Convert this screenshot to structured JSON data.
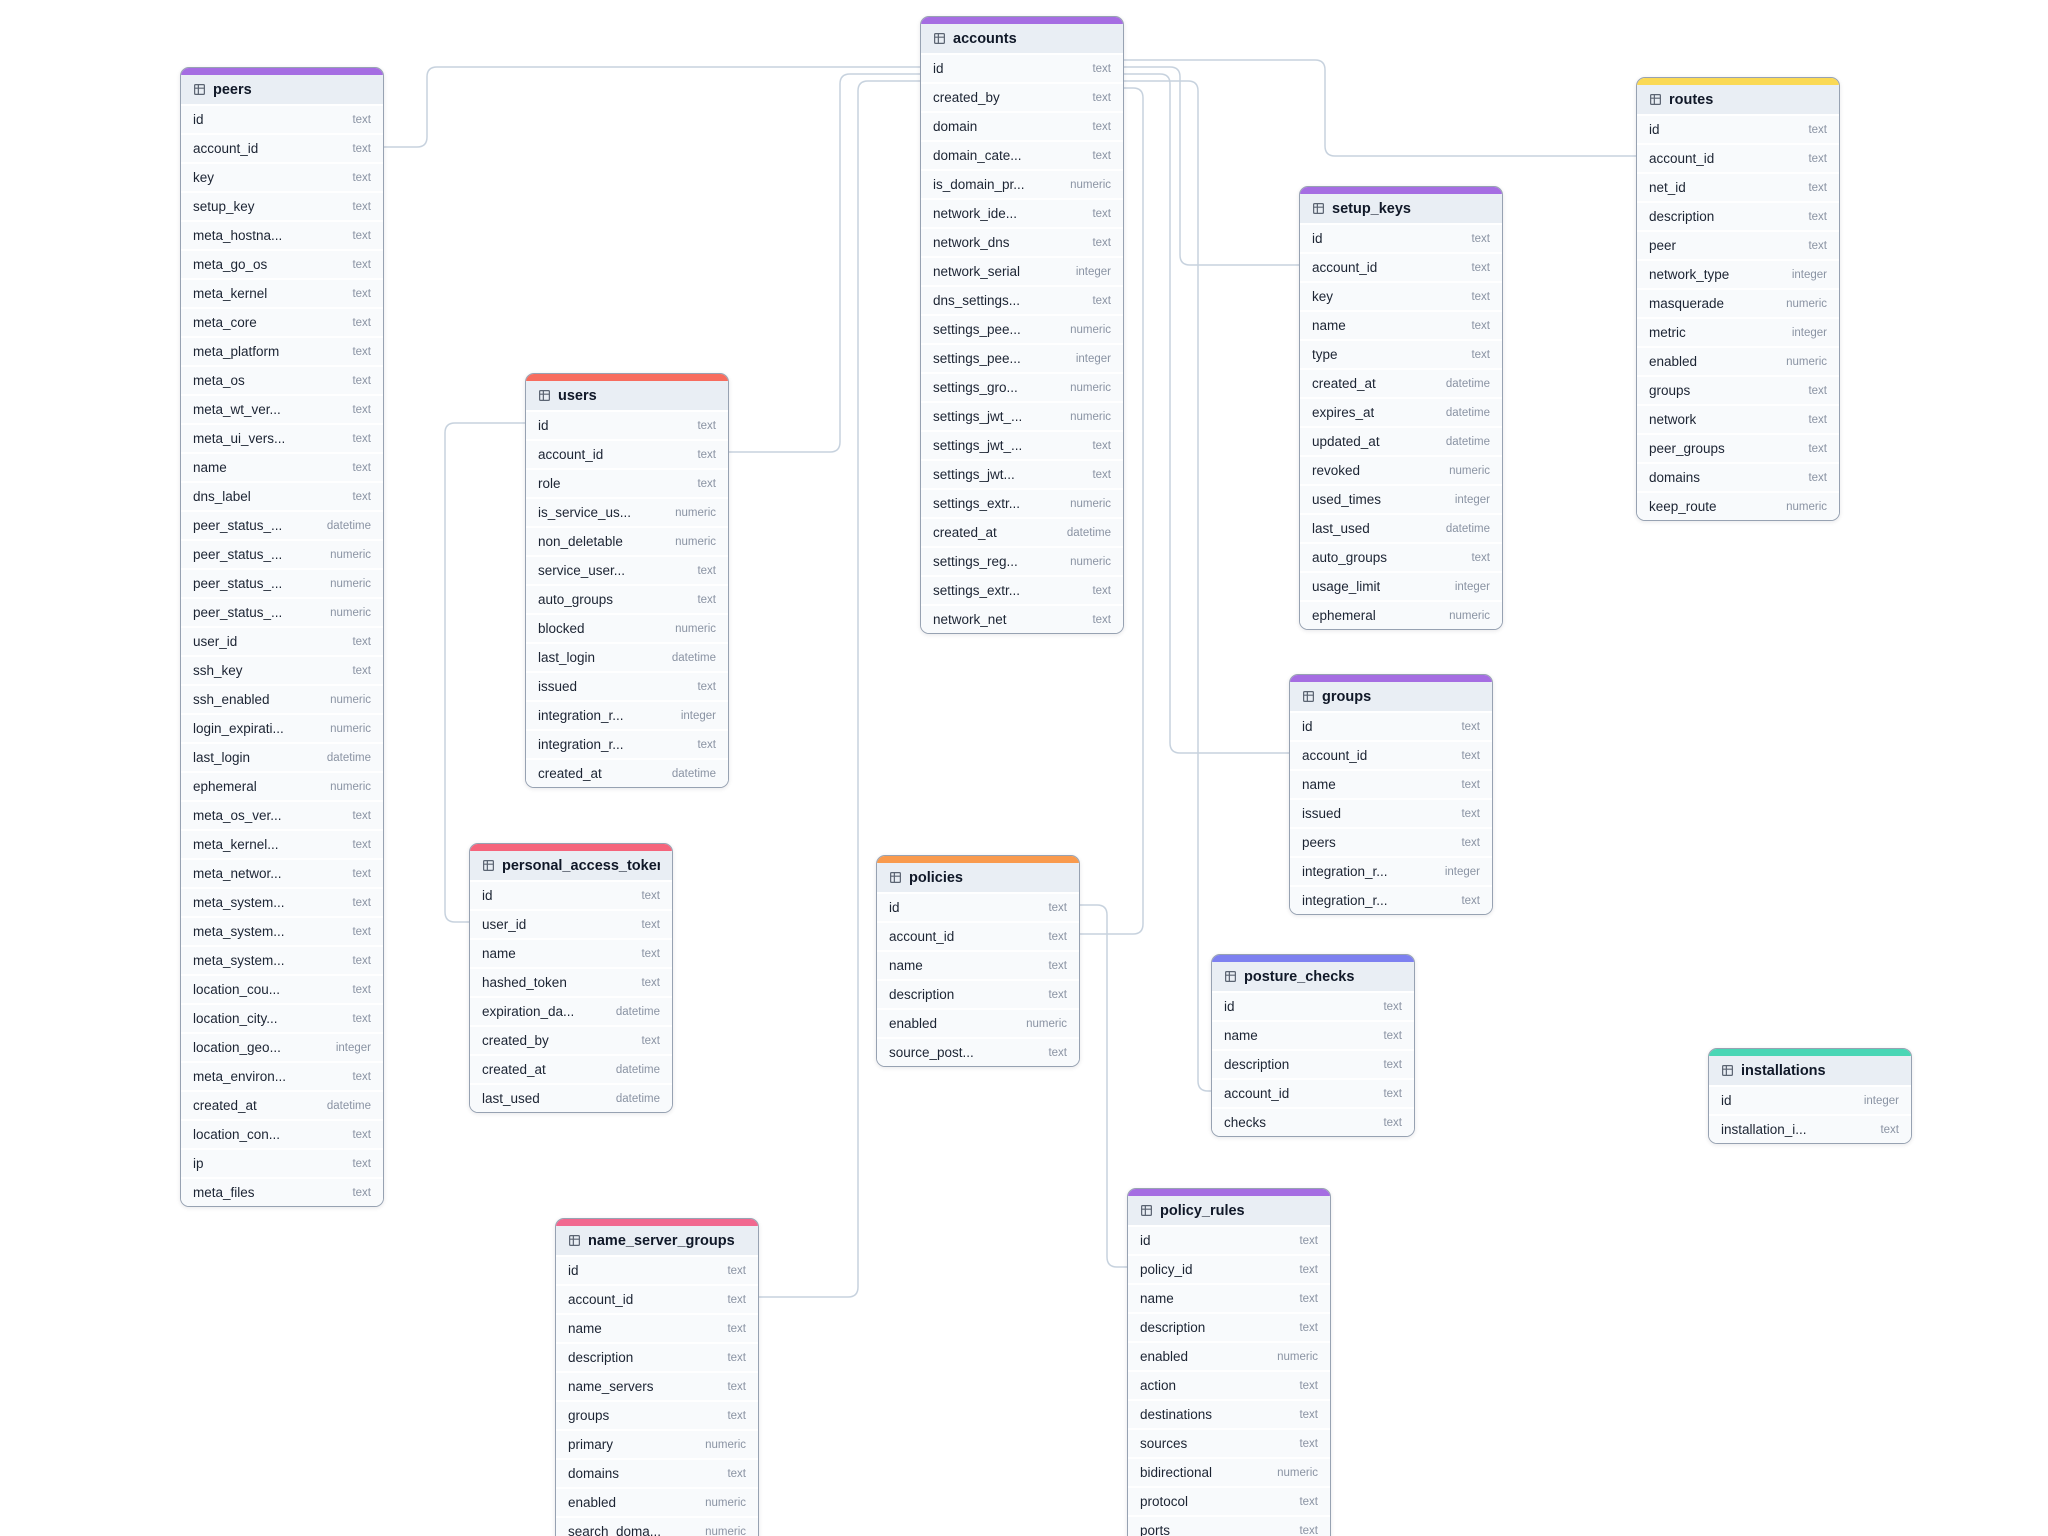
{
  "diagram": {
    "background_color": "#ffffff",
    "connector_color": "#c7d2de",
    "header_colors": {
      "purple": "#a56de2",
      "indigo": "#7d80f0",
      "red": "#f76c5e",
      "rose": "#f5647b",
      "pink": "#f1688f",
      "orange": "#f99a4d",
      "yellow": "#fad955",
      "teal": "#49d6b5"
    }
  },
  "tables": [
    {
      "name": "peers",
      "accent": "#a56de2",
      "icon": "table-grid-icon",
      "fields": [
        [
          "id",
          "text"
        ],
        [
          "account_id",
          "text"
        ],
        [
          "key",
          "text"
        ],
        [
          "setup_key",
          "text"
        ],
        [
          "meta_hostna...",
          "text"
        ],
        [
          "meta_go_os",
          "text"
        ],
        [
          "meta_kernel",
          "text"
        ],
        [
          "meta_core",
          "text"
        ],
        [
          "meta_platform",
          "text"
        ],
        [
          "meta_os",
          "text"
        ],
        [
          "meta_wt_ver...",
          "text"
        ],
        [
          "meta_ui_vers...",
          "text"
        ],
        [
          "name",
          "text"
        ],
        [
          "dns_label",
          "text"
        ],
        [
          "peer_status_...",
          "datetime"
        ],
        [
          "peer_status_...",
          "numeric"
        ],
        [
          "peer_status_...",
          "numeric"
        ],
        [
          "peer_status_...",
          "numeric"
        ],
        [
          "user_id",
          "text"
        ],
        [
          "ssh_key",
          "text"
        ],
        [
          "ssh_enabled",
          "numeric"
        ],
        [
          "login_expirati...",
          "numeric"
        ],
        [
          "last_login",
          "datetime"
        ],
        [
          "ephemeral",
          "numeric"
        ],
        [
          "meta_os_ver...",
          "text"
        ],
        [
          "meta_kernel...",
          "text"
        ],
        [
          "meta_networ...",
          "text"
        ],
        [
          "meta_system...",
          "text"
        ],
        [
          "meta_system...",
          "text"
        ],
        [
          "meta_system...",
          "text"
        ],
        [
          "location_cou...",
          "text"
        ],
        [
          "location_city...",
          "text"
        ],
        [
          "location_geo...",
          "integer"
        ],
        [
          "meta_environ...",
          "text"
        ],
        [
          "created_at",
          "datetime"
        ],
        [
          "location_con...",
          "text"
        ],
        [
          "ip",
          "text"
        ],
        [
          "meta_files",
          "text"
        ]
      ]
    },
    {
      "name": "users",
      "accent": "#f76c5e",
      "icon": "table-grid-icon",
      "fields": [
        [
          "id",
          "text"
        ],
        [
          "account_id",
          "text"
        ],
        [
          "role",
          "text"
        ],
        [
          "is_service_us...",
          "numeric"
        ],
        [
          "non_deletable",
          "numeric"
        ],
        [
          "service_user...",
          "text"
        ],
        [
          "auto_groups",
          "text"
        ],
        [
          "blocked",
          "numeric"
        ],
        [
          "last_login",
          "datetime"
        ],
        [
          "issued",
          "text"
        ],
        [
          "integration_r...",
          "integer"
        ],
        [
          "integration_r...",
          "text"
        ],
        [
          "created_at",
          "datetime"
        ]
      ]
    },
    {
      "name": "accounts",
      "accent": "#a56de2",
      "icon": "table-grid-icon",
      "fields": [
        [
          "id",
          "text"
        ],
        [
          "created_by",
          "text"
        ],
        [
          "domain",
          "text"
        ],
        [
          "domain_cate...",
          "text"
        ],
        [
          "is_domain_pr...",
          "numeric"
        ],
        [
          "network_ide...",
          "text"
        ],
        [
          "network_dns",
          "text"
        ],
        [
          "network_serial",
          "integer"
        ],
        [
          "dns_settings...",
          "text"
        ],
        [
          "settings_pee...",
          "numeric"
        ],
        [
          "settings_pee...",
          "integer"
        ],
        [
          "settings_gro...",
          "numeric"
        ],
        [
          "settings_jwt_...",
          "numeric"
        ],
        [
          "settings_jwt_...",
          "text"
        ],
        [
          "settings_jwt...",
          "text"
        ],
        [
          "settings_extr...",
          "numeric"
        ],
        [
          "created_at",
          "datetime"
        ],
        [
          "settings_reg...",
          "numeric"
        ],
        [
          "settings_extr...",
          "text"
        ],
        [
          "network_net",
          "text"
        ]
      ]
    },
    {
      "name": "personal_access_tokens",
      "accent": "#f5647b",
      "icon": "table-grid-icon",
      "fields": [
        [
          "id",
          "text"
        ],
        [
          "user_id",
          "text"
        ],
        [
          "name",
          "text"
        ],
        [
          "hashed_token",
          "text"
        ],
        [
          "expiration_da...",
          "datetime"
        ],
        [
          "created_by",
          "text"
        ],
        [
          "created_at",
          "datetime"
        ],
        [
          "last_used",
          "datetime"
        ]
      ]
    },
    {
      "name": "name_server_groups",
      "accent": "#f1688f",
      "icon": "table-grid-icon",
      "fields": [
        [
          "id",
          "text"
        ],
        [
          "account_id",
          "text"
        ],
        [
          "name",
          "text"
        ],
        [
          "description",
          "text"
        ],
        [
          "name_servers",
          "text"
        ],
        [
          "groups",
          "text"
        ],
        [
          "primary",
          "numeric"
        ],
        [
          "domains",
          "text"
        ],
        [
          "enabled",
          "numeric"
        ],
        [
          "search_doma...",
          "numeric"
        ]
      ]
    },
    {
      "name": "policies",
      "accent": "#f99a4d",
      "icon": "table-grid-icon",
      "fields": [
        [
          "id",
          "text"
        ],
        [
          "account_id",
          "text"
        ],
        [
          "name",
          "text"
        ],
        [
          "description",
          "text"
        ],
        [
          "enabled",
          "numeric"
        ],
        [
          "source_post...",
          "text"
        ]
      ]
    },
    {
      "name": "setup_keys",
      "accent": "#a56de2",
      "icon": "table-grid-icon",
      "fields": [
        [
          "id",
          "text"
        ],
        [
          "account_id",
          "text"
        ],
        [
          "key",
          "text"
        ],
        [
          "name",
          "text"
        ],
        [
          "type",
          "text"
        ],
        [
          "created_at",
          "datetime"
        ],
        [
          "expires_at",
          "datetime"
        ],
        [
          "updated_at",
          "datetime"
        ],
        [
          "revoked",
          "numeric"
        ],
        [
          "used_times",
          "integer"
        ],
        [
          "last_used",
          "datetime"
        ],
        [
          "auto_groups",
          "text"
        ],
        [
          "usage_limit",
          "integer"
        ],
        [
          "ephemeral",
          "numeric"
        ]
      ]
    },
    {
      "name": "groups",
      "accent": "#a56de2",
      "icon": "table-grid-icon",
      "fields": [
        [
          "id",
          "text"
        ],
        [
          "account_id",
          "text"
        ],
        [
          "name",
          "text"
        ],
        [
          "issued",
          "text"
        ],
        [
          "peers",
          "text"
        ],
        [
          "integration_r...",
          "integer"
        ],
        [
          "integration_r...",
          "text"
        ]
      ]
    },
    {
      "name": "posture_checks",
      "accent": "#7d80f0",
      "icon": "table-grid-icon",
      "fields": [
        [
          "id",
          "text"
        ],
        [
          "name",
          "text"
        ],
        [
          "description",
          "text"
        ],
        [
          "account_id",
          "text"
        ],
        [
          "checks",
          "text"
        ]
      ]
    },
    {
      "name": "policy_rules",
      "accent": "#a56de2",
      "icon": "table-grid-icon",
      "fields": [
        [
          "id",
          "text"
        ],
        [
          "policy_id",
          "text"
        ],
        [
          "name",
          "text"
        ],
        [
          "description",
          "text"
        ],
        [
          "enabled",
          "numeric"
        ],
        [
          "action",
          "text"
        ],
        [
          "destinations",
          "text"
        ],
        [
          "sources",
          "text"
        ],
        [
          "bidirectional",
          "numeric"
        ],
        [
          "protocol",
          "text"
        ],
        [
          "ports",
          "text"
        ]
      ]
    },
    {
      "name": "routes",
      "accent": "#fad955",
      "icon": "table-grid-icon",
      "fields": [
        [
          "id",
          "text"
        ],
        [
          "account_id",
          "text"
        ],
        [
          "net_id",
          "text"
        ],
        [
          "description",
          "text"
        ],
        [
          "peer",
          "text"
        ],
        [
          "network_type",
          "integer"
        ],
        [
          "masquerade",
          "numeric"
        ],
        [
          "metric",
          "integer"
        ],
        [
          "enabled",
          "numeric"
        ],
        [
          "groups",
          "text"
        ],
        [
          "network",
          "text"
        ],
        [
          "peer_groups",
          "text"
        ],
        [
          "domains",
          "text"
        ],
        [
          "keep_route",
          "numeric"
        ]
      ]
    },
    {
      "name": "installations",
      "accent": "#49d6b5",
      "icon": "table-grid-icon",
      "fields": [
        [
          "id",
          "integer"
        ],
        [
          "installation_i...",
          "text"
        ]
      ]
    }
  ],
  "relationships": [
    {
      "from_table": "peers",
      "from_field": "account_id",
      "to_table": "accounts",
      "to_field": "id"
    },
    {
      "from_table": "users",
      "from_field": "account_id",
      "to_table": "accounts",
      "to_field": "id"
    },
    {
      "from_table": "name_server_groups",
      "from_field": "account_id",
      "to_table": "accounts",
      "to_field": "id"
    },
    {
      "from_table": "personal_access_tokens",
      "from_field": "user_id",
      "to_table": "users",
      "to_field": "id"
    },
    {
      "from_table": "policy_rules",
      "from_field": "policy_id",
      "to_table": "policies",
      "to_field": "id"
    },
    {
      "from_table": "setup_keys",
      "from_field": "account_id",
      "to_table": "accounts",
      "to_field": "id"
    },
    {
      "from_table": "routes",
      "from_field": "account_id",
      "to_table": "accounts",
      "to_field": "id"
    },
    {
      "from_table": "groups",
      "from_field": "account_id",
      "to_table": "accounts",
      "to_field": "id"
    },
    {
      "from_table": "posture_checks",
      "from_field": "account_id",
      "to_table": "accounts",
      "to_field": "id"
    },
    {
      "from_table": "policies",
      "from_field": "account_id",
      "to_table": "accounts",
      "to_field": "id"
    }
  ]
}
